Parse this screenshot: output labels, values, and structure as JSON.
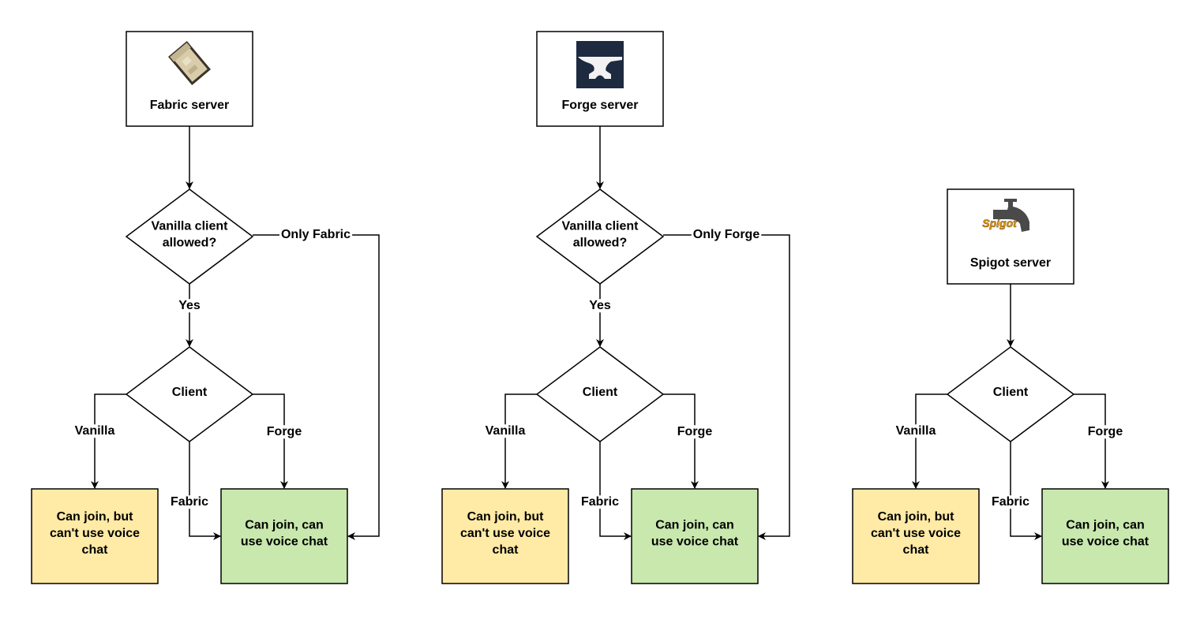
{
  "colors": {
    "outcome_partial": "#ffeaa6",
    "outcome_full": "#c8e8ae",
    "line": "#000000"
  },
  "columns": [
    {
      "server": {
        "label": "Fabric server",
        "icon": "fabric-scroll-icon"
      },
      "question": {
        "lines": [
          "Vanilla client",
          "allowed?"
        ],
        "yes_label": "Yes",
        "no_label": "Only Fabric"
      },
      "client": {
        "label": "Client",
        "vanilla_label": "Vanilla",
        "fabric_label": "Fabric",
        "forge_label": "Forge"
      },
      "outcome_partial": {
        "lines": [
          "Can join, but",
          "can't use voice",
          "chat"
        ]
      },
      "outcome_full": {
        "lines": [
          "Can join, can",
          "use voice chat"
        ]
      }
    },
    {
      "server": {
        "label": "Forge server",
        "icon": "forge-anvil-icon"
      },
      "question": {
        "lines": [
          "Vanilla client",
          "allowed?"
        ],
        "yes_label": "Yes",
        "no_label": "Only Forge"
      },
      "client": {
        "label": "Client",
        "vanilla_label": "Vanilla",
        "fabric_label": "Fabric",
        "forge_label": "Forge"
      },
      "outcome_partial": {
        "lines": [
          "Can join, but",
          "can't use voice",
          "chat"
        ]
      },
      "outcome_full": {
        "lines": [
          "Can join, can",
          "use voice chat"
        ]
      }
    },
    {
      "server": {
        "label": "Spigot server",
        "icon": "spigot-faucet-icon",
        "logo_text": "Spigot"
      },
      "client": {
        "label": "Client",
        "vanilla_label": "Vanilla",
        "fabric_label": "Fabric",
        "forge_label": "Forge"
      },
      "outcome_partial": {
        "lines": [
          "Can join, but",
          "can't use voice",
          "chat"
        ]
      },
      "outcome_full": {
        "lines": [
          "Can join, can",
          "use voice chat"
        ]
      }
    }
  ]
}
